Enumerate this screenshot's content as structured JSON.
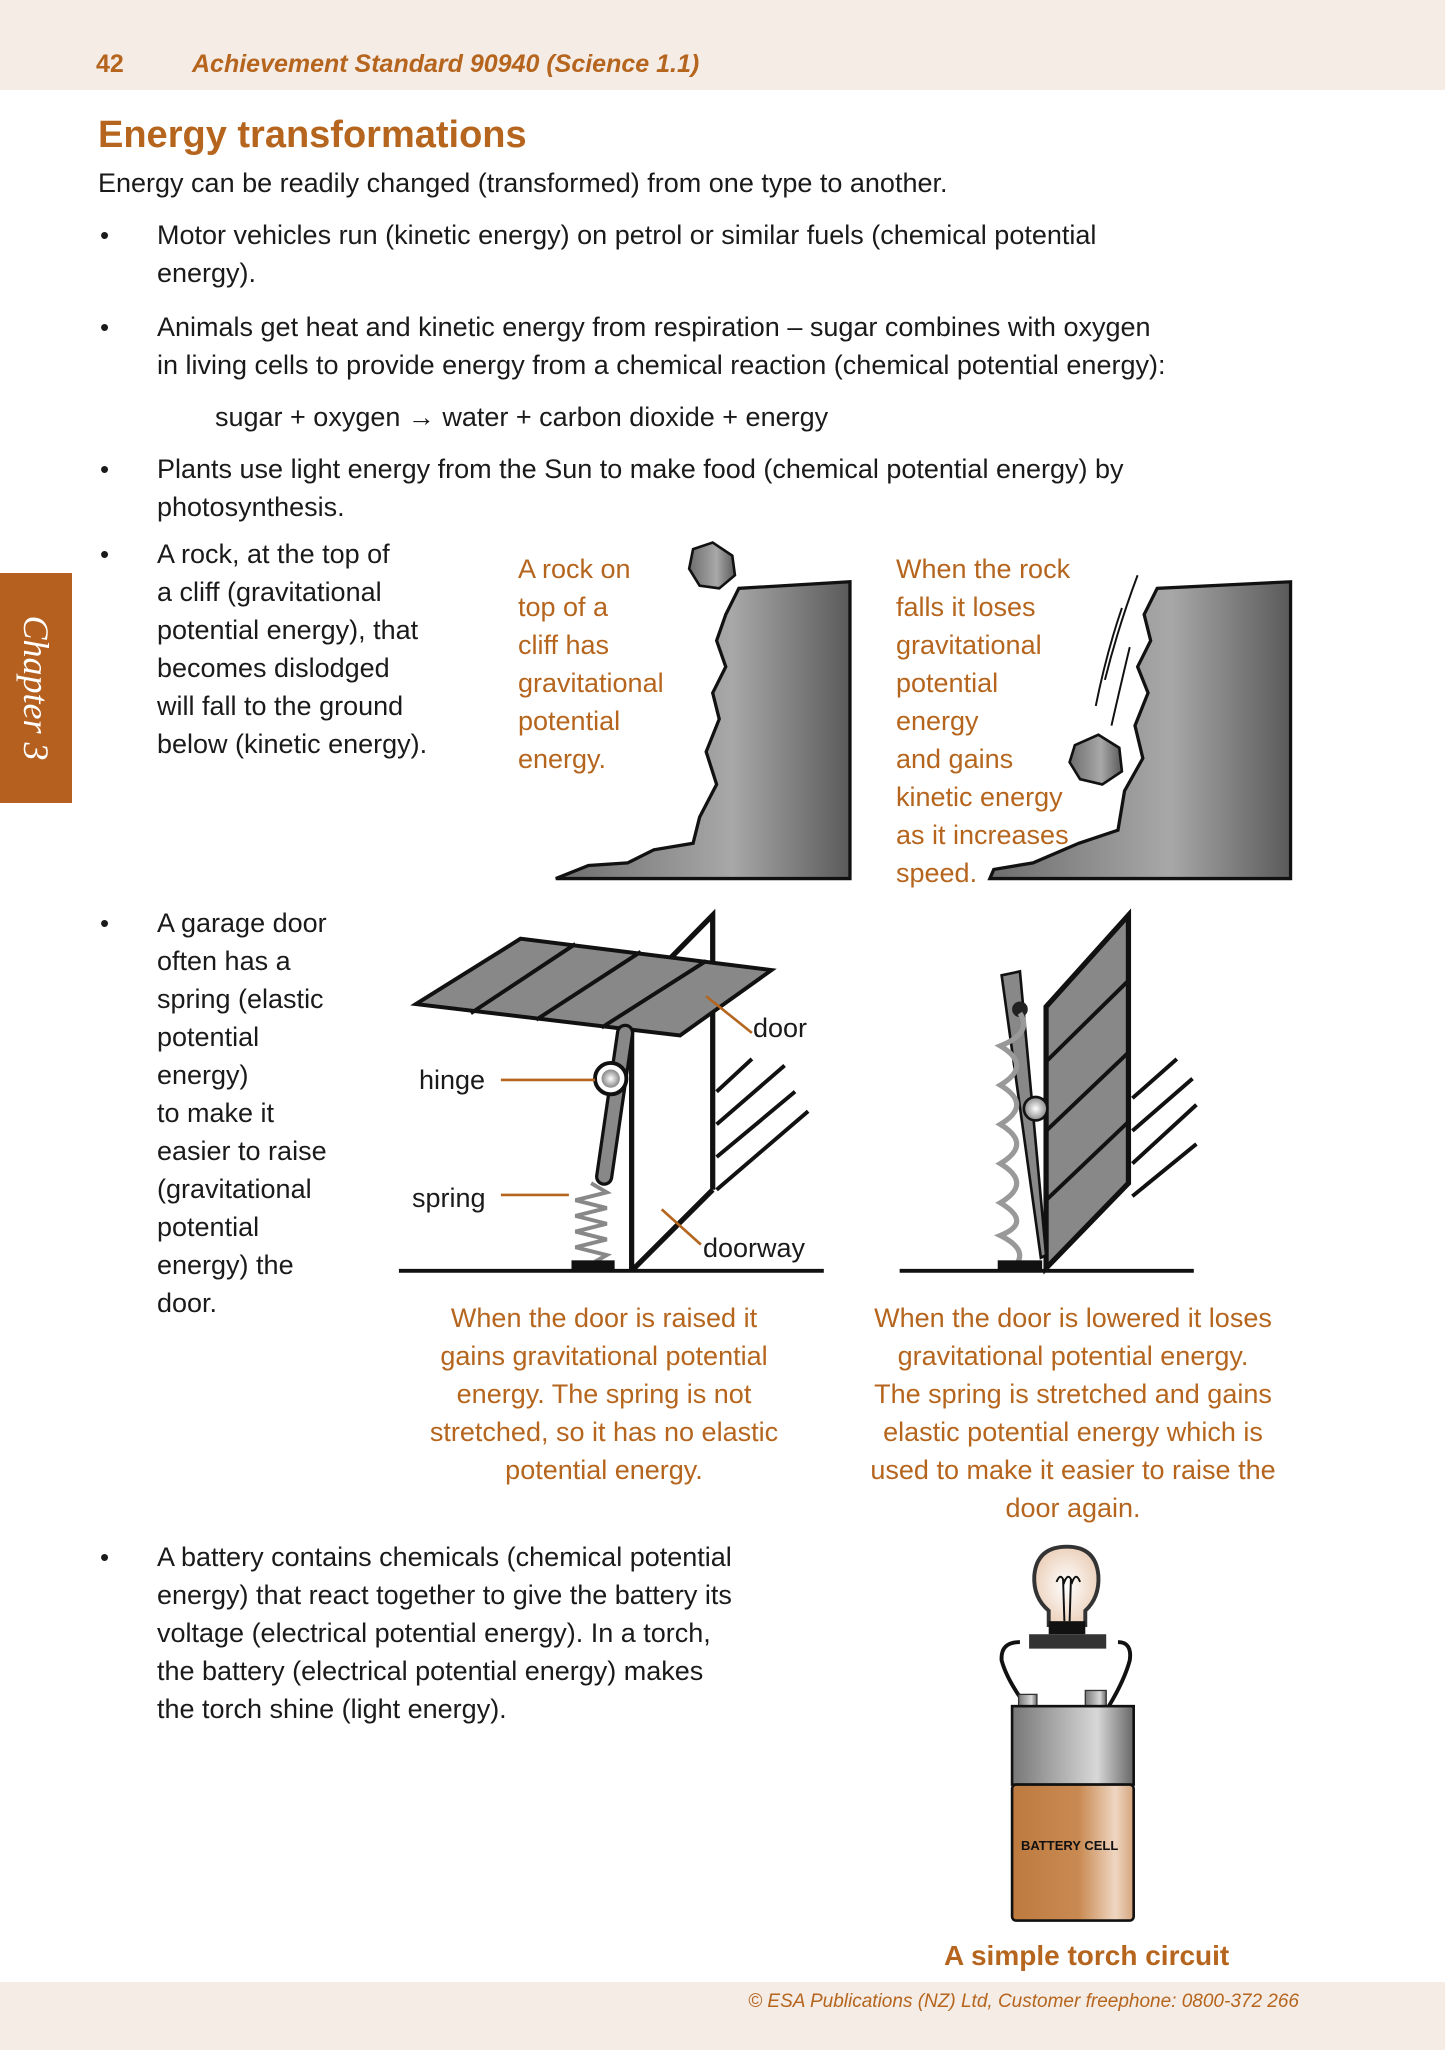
{
  "header": {
    "page_number": "42",
    "running_title": "Achievement Standard 90940 (Science 1.1)"
  },
  "chapter_tab": "Chapter 3",
  "title": "Energy transformations",
  "intro": "Energy can be readily changed (transformed) from one type to another.",
  "bullets": {
    "vehicles": [
      "Motor vehicles run (kinetic energy) on petrol or similar fuels (chemical potential",
      "energy)."
    ],
    "animals": [
      "Animals get heat and kinetic energy from respiration – sugar combines with oxygen",
      "in living cells to provide energy from a chemical reaction (chemical potential energy):"
    ],
    "equation": "sugar + oxygen → water + carbon dioxide + energy",
    "plants": [
      "Plants use light energy from the Sun to make food (chemical potential energy) by",
      "photosynthesis."
    ],
    "rock": [
      "A rock, at the top of",
      "a cliff (gravitational",
      "potential energy), that",
      "becomes dislodged",
      "will fall to the ground",
      "below (kinetic energy)."
    ],
    "garage": [
      "A garage door",
      "often has a",
      "spring (elastic",
      "potential",
      "energy)",
      "to make it",
      "easier to raise",
      "(gravitational",
      "potential",
      "energy) the",
      "door."
    ],
    "battery": [
      "A battery contains chemicals (chemical potential",
      "energy) that react together to give the battery its",
      "voltage (electrical potential energy). In a torch,",
      "the battery (electrical potential energy) makes",
      "the torch shine (light energy)."
    ]
  },
  "rock_captions": {
    "top": [
      "A rock on",
      "top of a",
      "cliff has",
      "gravitational",
      "potential",
      "energy."
    ],
    "falling": [
      "When the rock",
      "falls it loses",
      "gravitational",
      "potential",
      "energy",
      "and gains",
      "kinetic energy",
      "as it increases",
      "speed."
    ]
  },
  "garage_labels": {
    "hinge": "hinge",
    "spring": "spring",
    "door": "door",
    "doorway": "doorway"
  },
  "garage_captions": {
    "raised": [
      "When the door is raised it",
      "gains gravitational potential",
      "energy. The spring is not",
      "stretched, so it has no elastic",
      "potential energy."
    ],
    "lowered": [
      "When the door is lowered it loses",
      "gravitational potential energy.",
      "The spring is stretched and gains",
      "elastic potential energy which is",
      "used to make it easier to raise the",
      "door again."
    ]
  },
  "battery_label": "BATTERY CELL",
  "torch_caption": "A simple torch circuit",
  "footer": "© ESA Publications (NZ) Ltd, Customer freephone: 0800-372 266",
  "colors": {
    "accent": "#b5651d",
    "band": "#f5ece6",
    "tab": "#b5601e"
  }
}
